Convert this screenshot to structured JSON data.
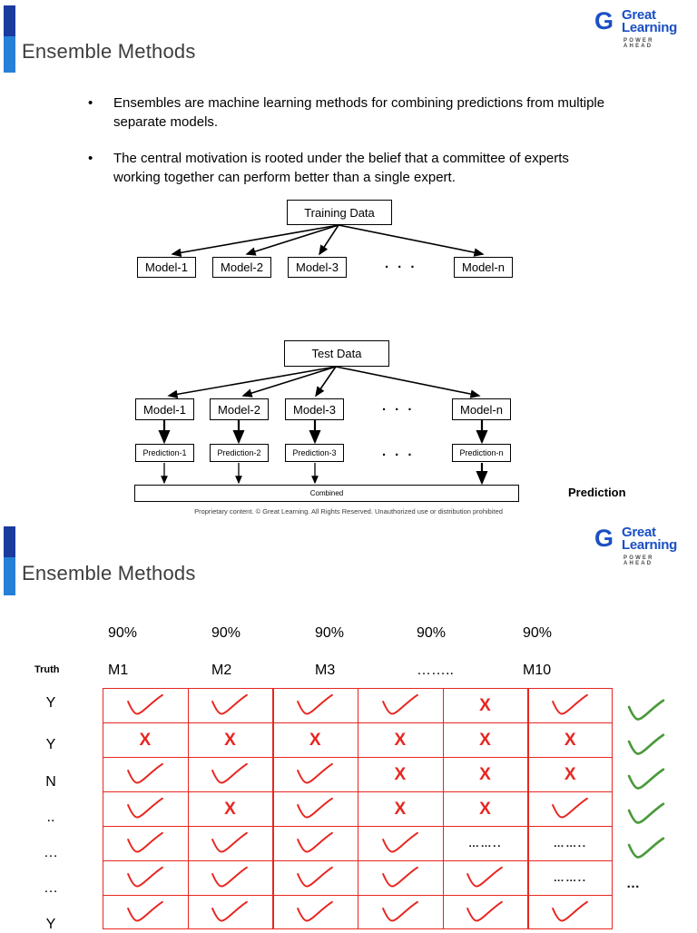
{
  "brand": {
    "logo_mark": "G",
    "logo_line1": "Great",
    "logo_line2": "Learning",
    "logo_tagline": "POWER AHEAD",
    "accent_dark": "#1a3a9e",
    "accent_light": "#2680d8",
    "title_color": "#3d3d3d",
    "red": "#e8251f",
    "green": "#4a9a3a"
  },
  "slide1": {
    "title": "Ensemble Methods",
    "bullets": [
      {
        "marker": "•",
        "text": "Ensembles are machine learning methods for combining predictions from multiple separate models."
      },
      {
        "marker": "•",
        "text": "The central motivation is rooted under the belief that a committee of experts working together can perform better than a single expert."
      }
    ],
    "diagram_train": {
      "root": "Training Data",
      "models": [
        "Model-1",
        "Model-2",
        "Model-3",
        "Model-n"
      ],
      "ellipsis": "· · ·"
    },
    "diagram_test": {
      "root": "Test Data",
      "models": [
        "Model-1",
        "Model-2",
        "Model-3",
        "Model-n"
      ],
      "predictions": [
        "Prediction-1",
        "Prediction-2",
        "Prediction-3",
        "Prediction-n"
      ],
      "combined": "Combined",
      "ellipsis": "· · ·",
      "output_label": "Prediction"
    },
    "footer": "Proprietary content. © Great Learning. All Rights Reserved. Unauthorized use or distribution prohibited"
  },
  "slide2": {
    "title": "Ensemble Methods",
    "table": {
      "accuracy_row": [
        "90%",
        "90%",
        "90%",
        "90%",
        "90%"
      ],
      "truth_header": "Truth",
      "model_headers": [
        "M1",
        "M2",
        "M3",
        "……..",
        "M10"
      ],
      "truth_values": [
        "Y",
        "Y",
        "N",
        "..",
        "…",
        "…",
        "Y"
      ],
      "cell_symbols": [
        [
          "tick",
          "tick",
          "tick",
          "tick",
          "x",
          "tick"
        ],
        [
          "x",
          "x",
          "x",
          "x",
          "x",
          "x"
        ],
        [
          "tick",
          "tick",
          "tick",
          "x",
          "x",
          "x"
        ],
        [
          "tick",
          "x",
          "tick",
          "x",
          "x",
          "tick"
        ],
        [
          "tick",
          "tick",
          "tick",
          "tick",
          "dots",
          "dots"
        ],
        [
          "tick",
          "tick",
          "tick",
          "tick",
          "tick",
          "dots"
        ],
        [
          "tick",
          "tick",
          "tick",
          "tick",
          "tick",
          "tick"
        ]
      ],
      "outer_results": [
        "tick",
        "tick",
        "tick",
        "tick",
        "tick",
        "dots"
      ],
      "dots_glyph": "…….."
    }
  }
}
